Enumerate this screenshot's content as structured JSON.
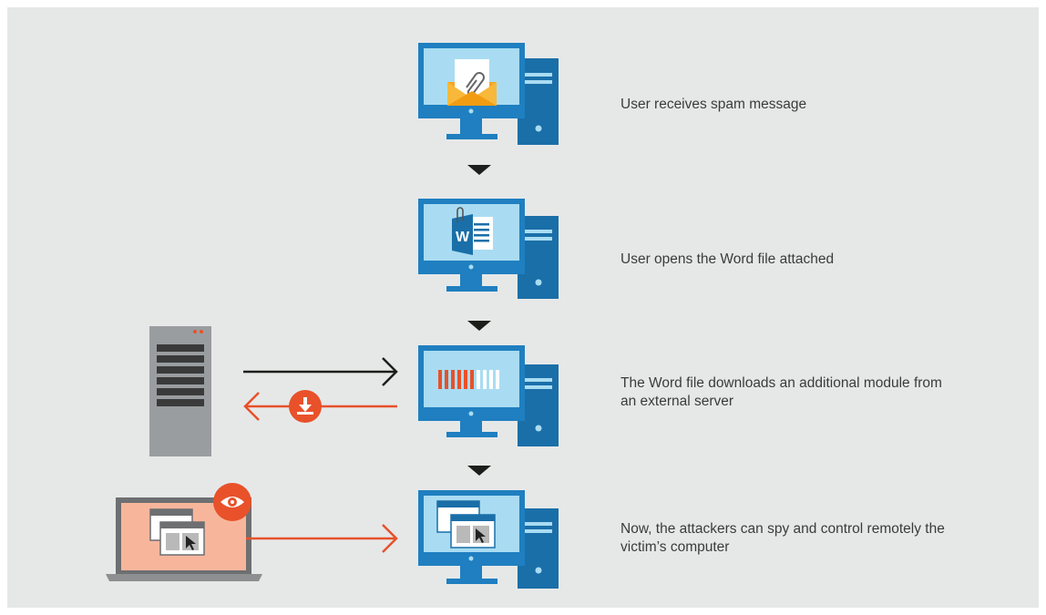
{
  "steps": [
    {
      "text": "User receives spam message",
      "icon": "envelope-attachment-icon"
    },
    {
      "text": "User opens the Word file attached",
      "icon": "word-document-icon"
    },
    {
      "text": "The Word file downloads an additional module from an external server",
      "icon": "download-progress-icon"
    },
    {
      "text": "Now, the attackers can spy and control remotely the victim’s computer",
      "icon": "remote-windows-icon"
    }
  ],
  "word_icon_letter": "W",
  "colors": {
    "background": "#e6e8e8",
    "monitor_blue": "#1f7fc0",
    "screen_light": "#a9dcf2",
    "tower_blue": "#1a6fa8",
    "accent_orange": "#e8512a",
    "arrow_dark": "#1d1d1b",
    "server_gray": "#9a9da0",
    "text": "#3b3b3b"
  }
}
